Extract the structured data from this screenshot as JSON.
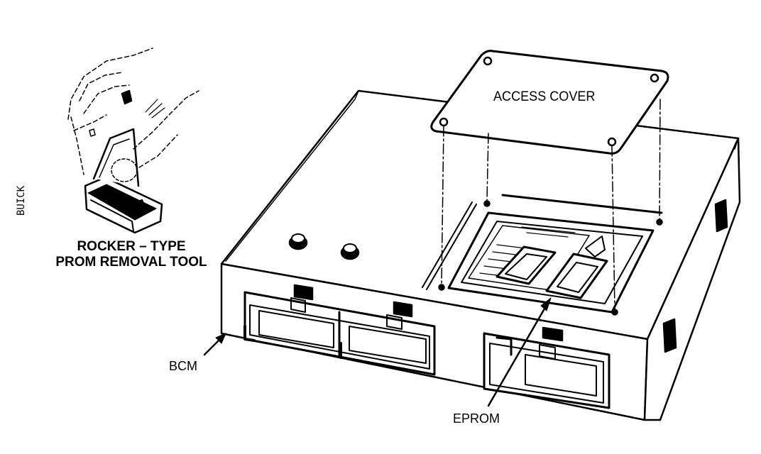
{
  "labels": {
    "side_tag": "BUICK",
    "tool_line1": "ROCKER – TYPE",
    "tool_line2": "PROM REMOVAL TOOL",
    "access_cover": "ACCESS COVER",
    "bcm": "BCM",
    "eprom": "EPROM"
  },
  "colors": {
    "ink": "#000000",
    "paper": "#ffffff"
  }
}
